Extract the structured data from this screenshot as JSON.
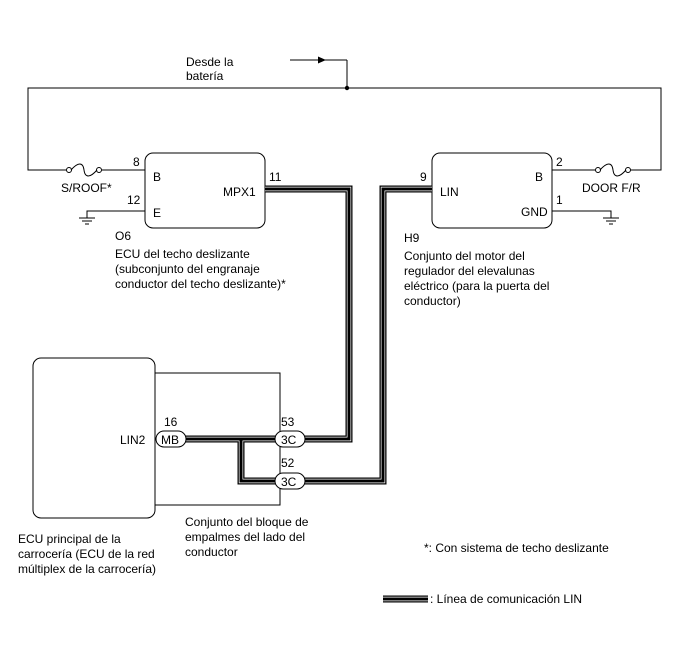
{
  "battery_label_line1": "Desde la",
  "battery_label_line2": "batería",
  "o6": {
    "code": "O6",
    "pin_b_num": "8",
    "pin_e_num": "12",
    "pin_mpx_num": "11",
    "pin_b": "B",
    "pin_e": "E",
    "pin_mpx": "MPX1",
    "fuse": "S/ROOF*",
    "desc_line1": "ECU del techo deslizante",
    "desc_line2": "(subconjunto del engranaje",
    "desc_line3": "conductor del techo deslizante)*"
  },
  "h9": {
    "code": "H9",
    "pin_lin_num": "9",
    "pin_b_num": "2",
    "pin_gnd_num": "1",
    "pin_lin": "LIN",
    "pin_b": "B",
    "pin_gnd": "GND",
    "fuse": "DOOR F/R",
    "desc_line1": "Conjunto del motor del",
    "desc_line2": "regulador del elevalunas",
    "desc_line3": "eléctrico (para la puerta del",
    "desc_line4": "conductor)"
  },
  "main_ecu": {
    "pin_num": "16",
    "pin_label": "LIN2",
    "connector": "MB",
    "desc_line1": "ECU principal de la",
    "desc_line2": "carrocería (ECU de la red",
    "desc_line3": "múltiplex de la carrocería)"
  },
  "junction": {
    "pin1_num": "53",
    "pin2_num": "52",
    "connector1": "3C",
    "connector2": "3C",
    "desc_line1": "Conjunto del bloque de",
    "desc_line2": "empalmes del lado del",
    "desc_line3": "conductor"
  },
  "footnote": "*: Con sistema de techo deslizante",
  "legend_label": ": Línea de comunicación LIN"
}
